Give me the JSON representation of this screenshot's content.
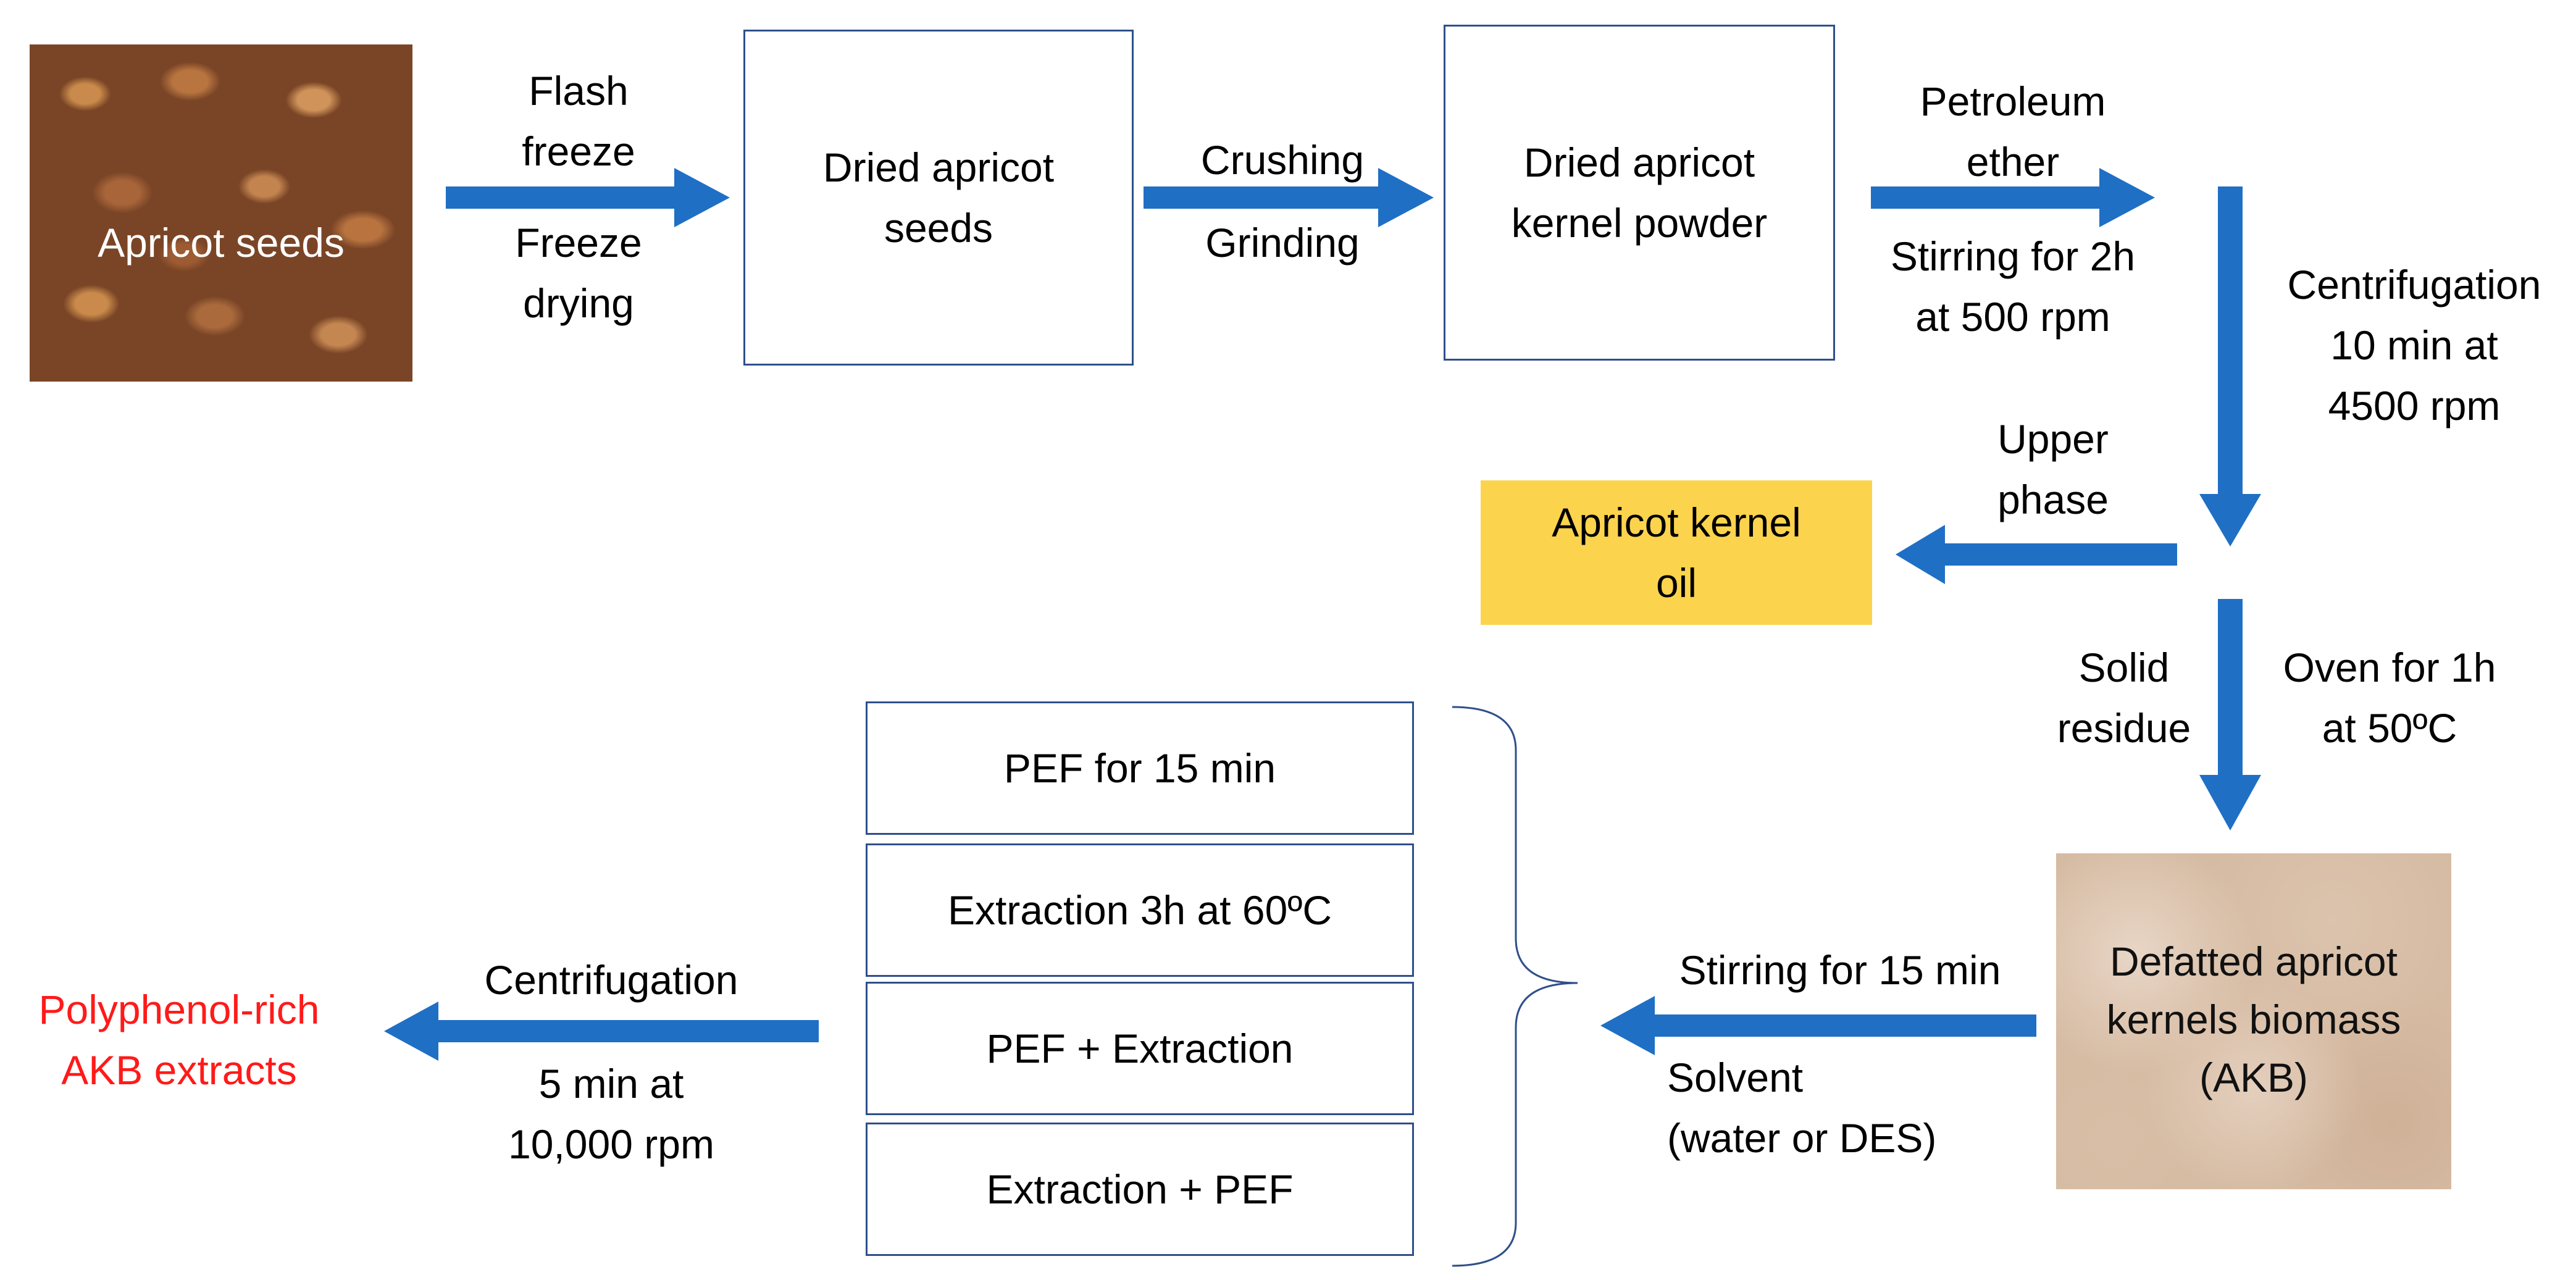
{
  "colors": {
    "arrow": "#1f6fc5",
    "box_border": "#2f4f8a",
    "oil_box": "#fbd34d",
    "final_product": "#ff1a1a"
  },
  "images": {
    "seeds_label": "Apricot seeds",
    "biomass_label_lines": [
      "Defatted apricot",
      "kernels biomass",
      "(AKB)"
    ]
  },
  "boxes": {
    "dried_seeds": [
      "Dried apricot",
      "seeds"
    ],
    "kernel_powder": [
      "Dried apricot",
      "kernel powder"
    ],
    "oil": [
      "Apricot kernel",
      "oil"
    ]
  },
  "treatments": [
    "PEF for 15 min",
    "Extraction 3h at 60ºC",
    "PEF + Extraction",
    "Extraction + PEF"
  ],
  "steps": {
    "freeze_top": [
      "Flash",
      "freeze"
    ],
    "freeze_bottom": [
      "Freeze",
      "drying"
    ],
    "crush_top": "Crushing",
    "crush_bottom": "Grinding",
    "ether_top": [
      "Petroleum",
      "ether"
    ],
    "ether_bottom": [
      "Stirring for 2h",
      "at 500 rpm"
    ],
    "centrifuge1": [
      "Centrifugation",
      "10 min at",
      "4500 rpm"
    ],
    "upper_phase": [
      "Upper",
      "phase"
    ],
    "solid_residue": [
      "Solid",
      "residue"
    ],
    "oven": [
      "Oven for 1h",
      "at 50ºC"
    ],
    "stir15": "Stirring for 15 min",
    "solvent": [
      "Solvent",
      "(water or DES)"
    ],
    "centrifuge2_top": "Centrifugation",
    "centrifuge2_bottom": [
      "5 min at",
      "10,000 rpm"
    ]
  },
  "final_product": [
    "Polyphenol-rich",
    "AKB extracts"
  ]
}
